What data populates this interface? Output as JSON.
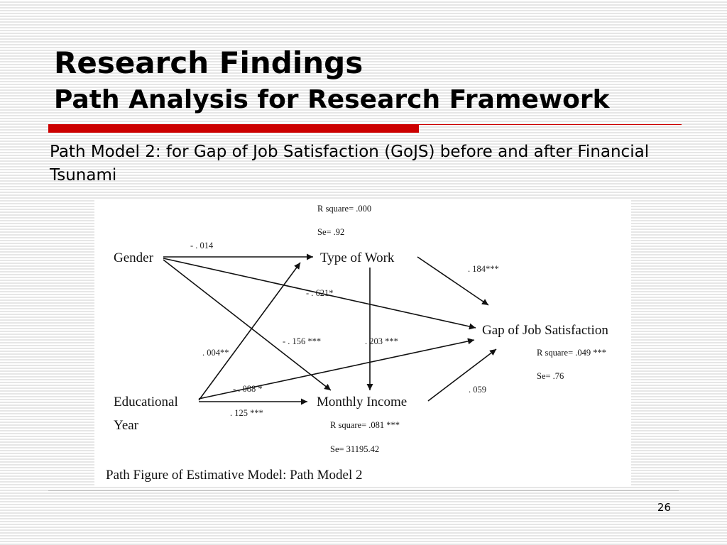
{
  "slide": {
    "title": "Research Findings",
    "subtitle": "Path Analysis for Research Framework",
    "description": "Path Model 2: for Gap of Job Satisfaction (GoJS) before and after Financial Tsunami",
    "page_number": "26",
    "accent_color": "#cc0000"
  },
  "diagram": {
    "nodes": {
      "gender": "Gender",
      "type_of_work": "Type of Work",
      "gap_job_satisfaction": "Gap of Job Satisfaction",
      "educational_line1": "Educational",
      "educational_line2": "Year",
      "monthly_income": "Monthly Income"
    },
    "stats": {
      "type_of_work_r2": "R square= .000",
      "type_of_work_se": "Se= .92",
      "gojs_r2": "R square= .049 ***",
      "gojs_se": "Se= .76",
      "income_r2": "R square= .081 ***",
      "income_se": "Se= 31195.42"
    },
    "coefficients": {
      "gender_to_work": "- . 014",
      "gender_to_gojs": "- . 621*",
      "gender_to_income": "- . 156 ***",
      "edu_to_work": ". 004**",
      "work_to_income": ". 203 ***",
      "work_to_gojs": ". 184***",
      "edu_to_gojs": "- . 088 *",
      "edu_to_income": ". 125 ***",
      "income_to_gojs": ". 059"
    },
    "caption": "Path Figure of Estimative Model: Path Model 2"
  }
}
